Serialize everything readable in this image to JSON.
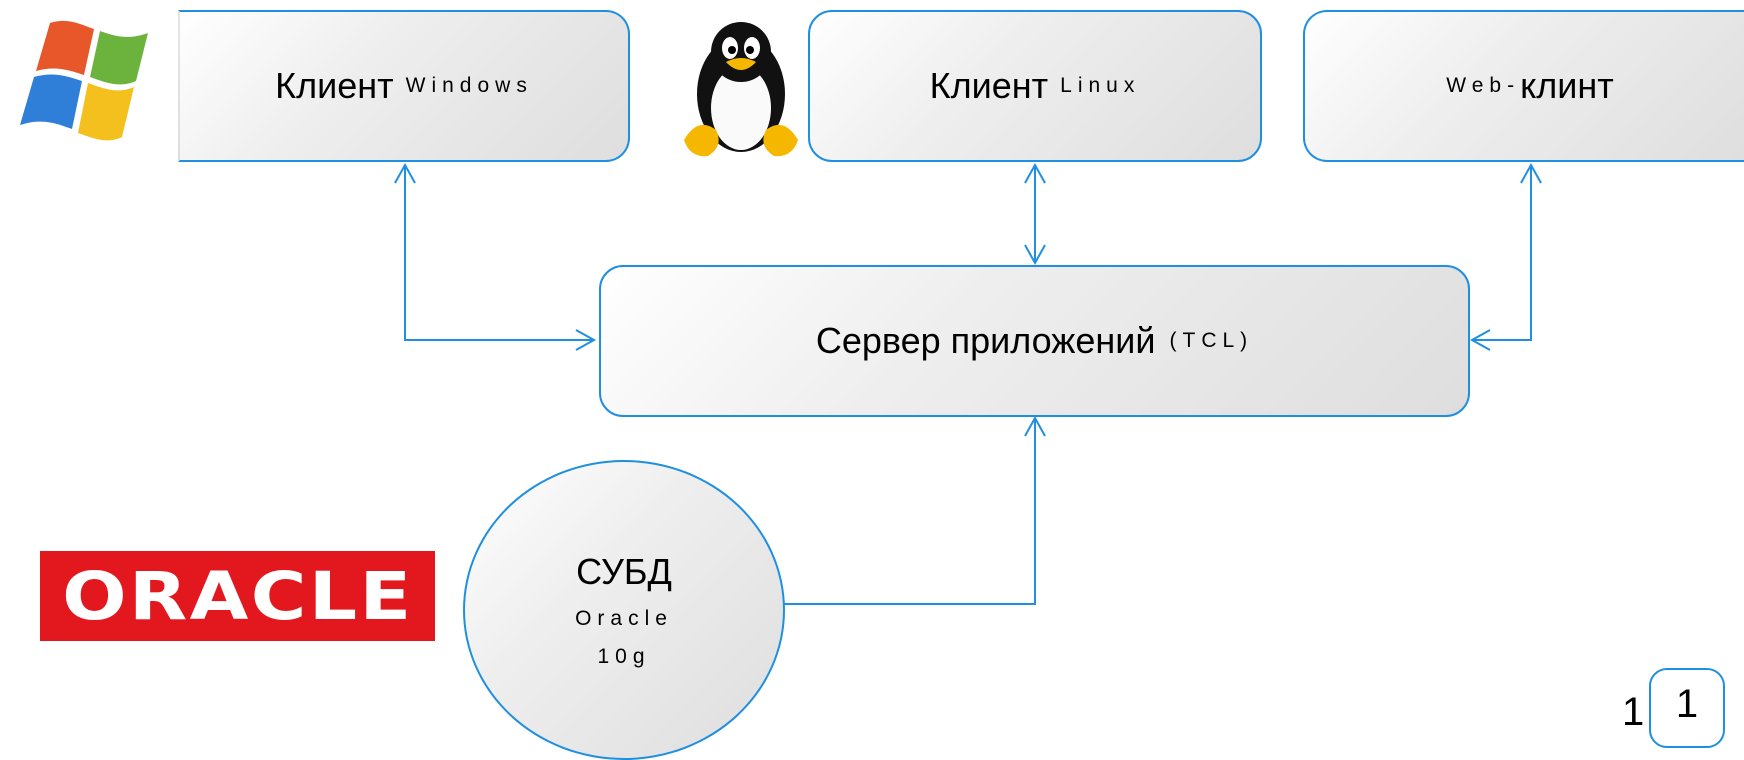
{
  "nodes": {
    "client_windows": {
      "main": "Клиент",
      "sub": "Windows"
    },
    "client_linux": {
      "main": "Клиент",
      "sub": "Linux"
    },
    "web_client": {
      "sub": "Web-",
      "main": "клинт"
    },
    "app_server": {
      "main": "Сервер приложений",
      "sub": "(TCL)"
    },
    "dbms": {
      "main": "СУБД",
      "line2": "Oracle",
      "line3": "10g"
    }
  },
  "logos": {
    "oracle_text": "ORACLE",
    "windows": "windows-logo",
    "linux": "tux-penguin"
  },
  "page": {
    "num_left": "1",
    "num_box": "1"
  },
  "colors": {
    "accent": "#1f8fe0",
    "oracle_red": "#e3181f"
  }
}
